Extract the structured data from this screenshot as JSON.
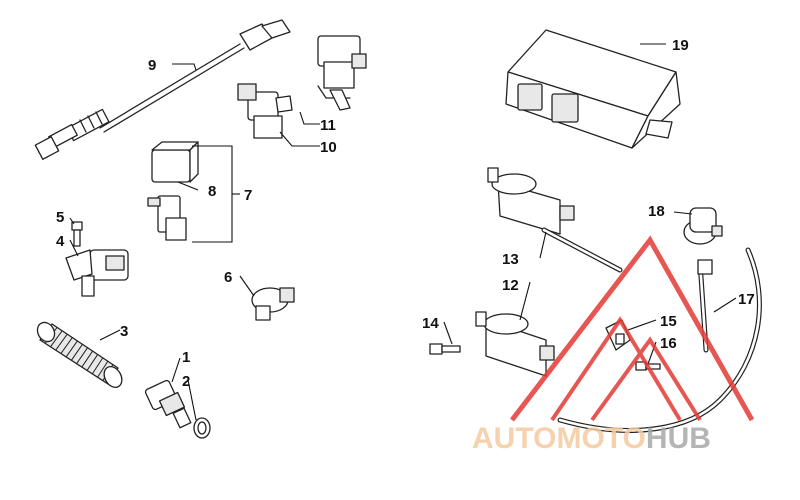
{
  "callouts": {
    "c1": "1",
    "c2": "2",
    "c3": "3",
    "c4": "4",
    "c5": "5",
    "c6": "6",
    "c7": "7",
    "c8": "8",
    "c9": "9",
    "c10": "10",
    "c11": "11",
    "c12": "12",
    "c13": "13",
    "c14": "14",
    "c15": "15",
    "c16": "16",
    "c17": "17",
    "c18": "18",
    "c19": "19"
  },
  "watermark": {
    "part1": "AUTO",
    "part2": "MOTO",
    "part3": "HUB",
    "color_light": "#f5c9a0",
    "color_dark": "#a9a9a9",
    "color_triangle": "#e53935"
  }
}
